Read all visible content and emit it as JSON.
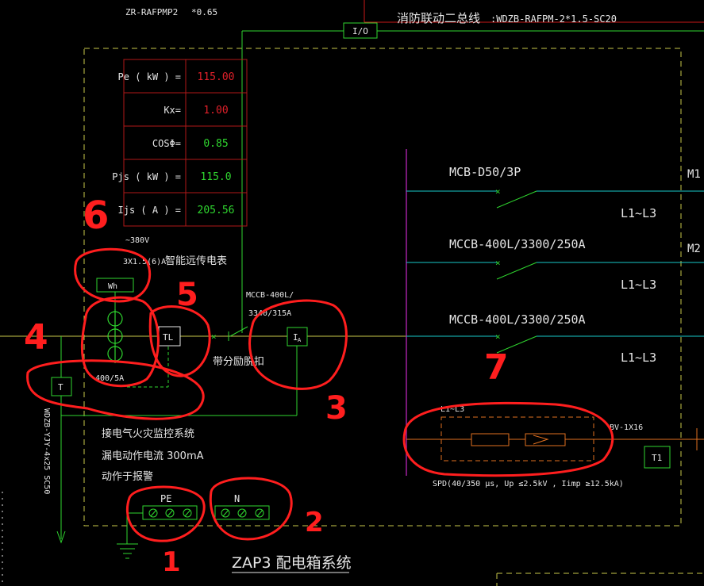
{
  "header": {
    "cable_left": "ZR-RAFPMP2",
    "cable_left_size": "*0.65",
    "io_label": "I/O",
    "fire_bus_label": "消防联动二总线",
    "fire_bus_spec": ":WDZB-RAFPM-2*1.5-SC20"
  },
  "load_table": {
    "rows": [
      {
        "label": "Pe ( kW ) =",
        "value": "115.00",
        "value_color": "#e0202a"
      },
      {
        "label": "Kx=",
        "value": "1.00",
        "value_color": "#e0202a"
      },
      {
        "label": "COSΦ=",
        "value": "0.85",
        "value_color": "#2fd62f"
      },
      {
        "label": "Pjs ( kW ) =",
        "value": "115.0",
        "value_color": "#2fd62f"
      },
      {
        "label": "Ijs ( A ) =",
        "value": "205.56",
        "value_color": "#2fd62f"
      }
    ]
  },
  "meter": {
    "voltage": "~380V",
    "rating": "3X1.5(6)A",
    "label": "智能远传电表",
    "symbol": "Wh"
  },
  "ct": {
    "rating": "400/5A"
  },
  "breakers": {
    "tl_label": "TL",
    "main_rating_1": "MCCB-400L/",
    "main_rating_2": "3340/315A",
    "shunt_label": "带分励脱扣",
    "ia_label": "I",
    "ia_sub": "A",
    "t_label": "T",
    "t1_label": "T1"
  },
  "branches": [
    {
      "breaker": "MCB-D50/3P",
      "phase": "L1~L3",
      "circuit": "M1"
    },
    {
      "breaker": "MCCB-400L/3300/250A",
      "phase": "L1~L3",
      "circuit": "M2"
    },
    {
      "breaker": "MCCB-400L/3300/250A",
      "phase": "L1~L3",
      "circuit": ""
    }
  ],
  "spd": {
    "phase": "L1~L3",
    "cable": "BV-1X16",
    "spec": "SPD(40/350   μs, Up ≤2.5kV , Iimp ≥12.5kA)"
  },
  "left_cable": "WDZB-YJY-4x25 SC50",
  "monitor_note": {
    "line1": "接电气火灾监控系统",
    "line2": "漏电动作电流    300mA",
    "line3": "动作于报警"
  },
  "terminals": {
    "pe": "PE",
    "n": "N"
  },
  "panel_title": "ZAP3  配电箱系统",
  "annotations": [
    "1",
    "2",
    "3",
    "4",
    "5",
    "6",
    "7"
  ],
  "colors": {
    "frame": "#c8c84a",
    "wire_green": "#2fd62f",
    "wire_cyan": "#19c9c9",
    "table_border": "#b01818",
    "annotation": "#ff1e1e",
    "purple_bus": "#a020a0",
    "spd_orange": "#e07020"
  }
}
